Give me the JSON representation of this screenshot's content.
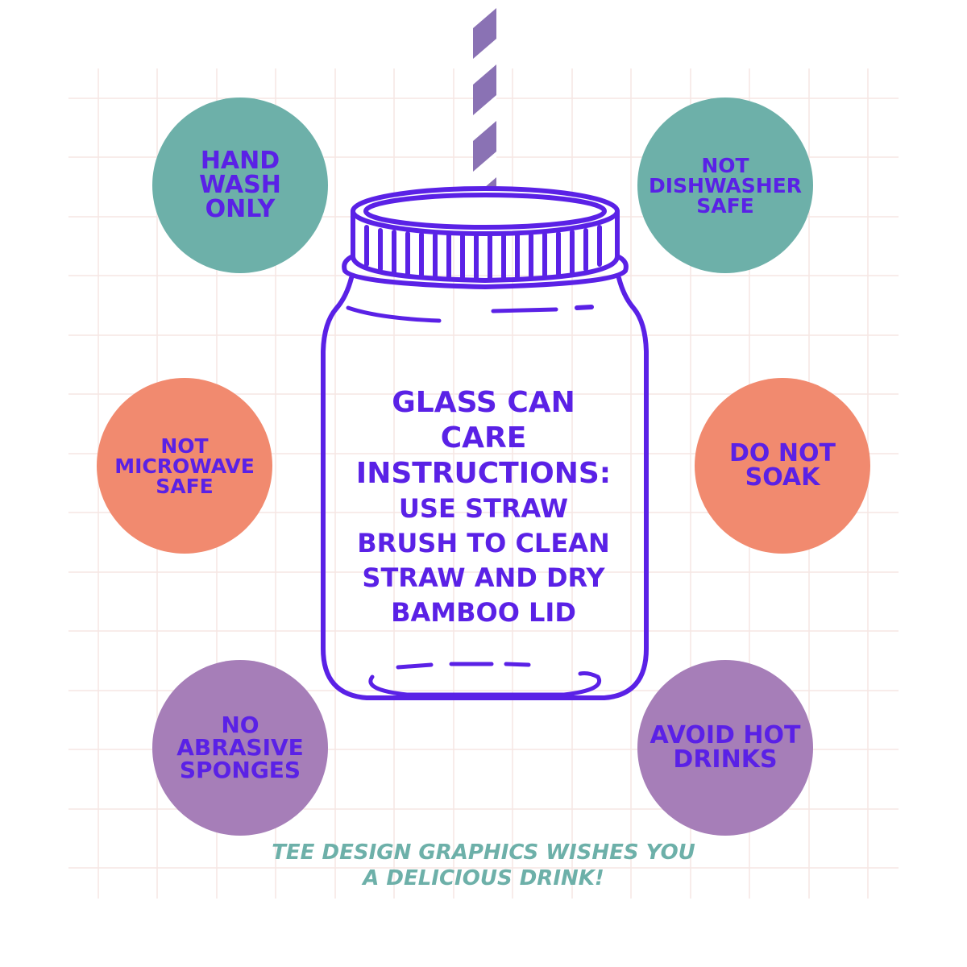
{
  "colors": {
    "text_primary": "#5a21e6",
    "jar_outline": "#5a21e6",
    "straw_stripe": "#8a72b4",
    "badge_teal": "#6db0a9",
    "badge_coral": "#f18a6f",
    "badge_purple": "#a67eb8",
    "footer_text": "#6db0a9",
    "grid_line": "#f6e6e3"
  },
  "center": {
    "title": "GLASS CAN\nCARE\nINSTRUCTIONS:",
    "body": "USE STRAW\nBRUSH TO CLEAN\nSTRAW AND DRY\nBAMBOO LID"
  },
  "badges": {
    "hand_wash": "HAND\nWASH\nONLY",
    "not_dishwasher": "NOT\nDISHWASHER\nSAFE",
    "not_microwave": "NOT\nMICROWAVE\nSAFE",
    "do_not_soak": "DO NOT\nSOAK",
    "no_abrasive": "NO\nABRASIVE\nSPONGES",
    "avoid_hot": "AVOID HOT\nDRINKS"
  },
  "footer": {
    "message": "TEE DESIGN GRAPHICS WISHES YOU\nA DELICIOUS DRINK!"
  }
}
